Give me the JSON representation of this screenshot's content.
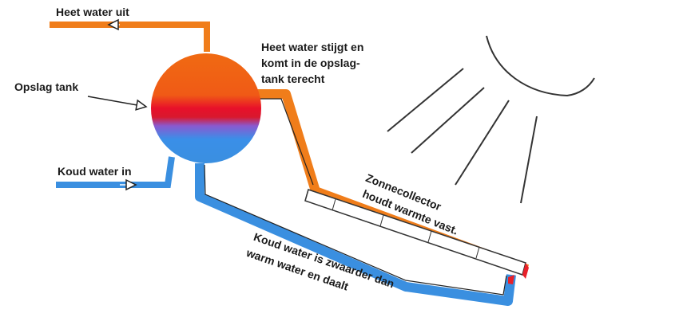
{
  "labels": {
    "hot_out": "Heet water uit",
    "tank": "Opslag tank",
    "cold_in": "Koud water in",
    "hot_rise_1": "Heet water stijgt en",
    "hot_rise_2": "komt in de opslag-",
    "hot_rise_3": "tank terecht",
    "collector_1": "Zonnecollector",
    "collector_2": "houdt warmte vast.",
    "cold_sink_1": "Koud water is zwaarder  dan",
    "cold_sink_2": "warm water en daalt"
  },
  "colors": {
    "hot": "#f07d1a",
    "cold": "#3a8fe0",
    "mid": "#e8202a",
    "sun": "#333333"
  }
}
